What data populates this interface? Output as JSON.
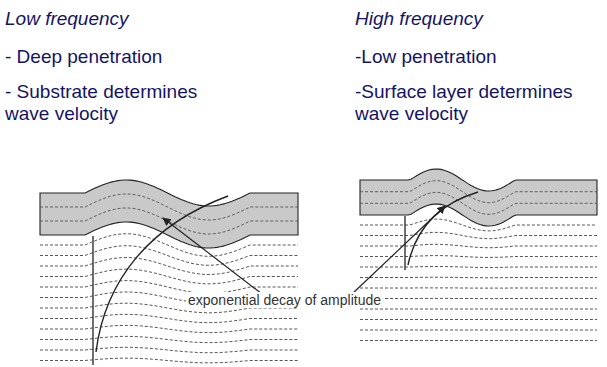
{
  "diagram": {
    "labels": [
      "Low frequency",
      "- Deep penetration",
      "- Substrate determines wave velocity",
      "High frequency",
      "-Low penetration",
      "-Surface layer determines wave velocity",
      "exponential decay of amplitude"
    ]
  }
}
